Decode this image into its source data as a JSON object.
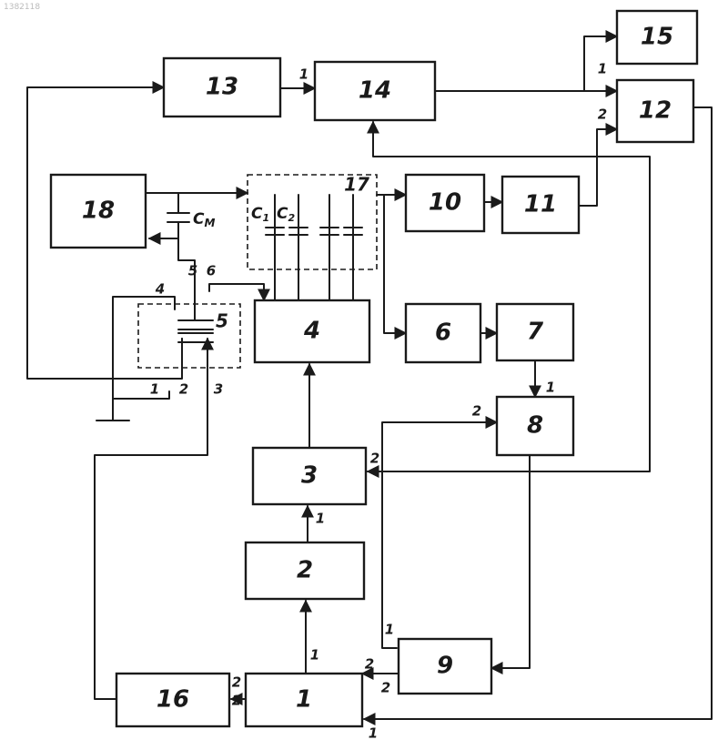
{
  "document_ref": "1382118",
  "blocks": [
    {
      "label": "1"
    },
    {
      "label": "2"
    },
    {
      "label": "3"
    },
    {
      "label": "4"
    },
    {
      "label": "5"
    },
    {
      "label": "6"
    },
    {
      "label": "7"
    },
    {
      "label": "8"
    },
    {
      "label": "9"
    },
    {
      "label": "10"
    },
    {
      "label": "11"
    },
    {
      "label": "12"
    },
    {
      "label": "13"
    },
    {
      "label": "14"
    },
    {
      "label": "15"
    },
    {
      "label": "16"
    },
    {
      "label": "17"
    },
    {
      "label": "18"
    }
  ],
  "capacitors": {
    "measure": "C",
    "measure_sub": "M",
    "c1": "C",
    "c1_sub": "1",
    "c2": "C",
    "c2_sub": "2"
  },
  "ports": {
    "p1": "1",
    "p2": "1",
    "p3": "2",
    "p4": "1",
    "p5": "1",
    "p6": "2",
    "p7": "2",
    "p8": "1",
    "p9": "1",
    "p10": "2",
    "p11": "2",
    "p12": "2",
    "p13": "2",
    "p14": "1",
    "p15": "1",
    "p16": "4",
    "p17": "5",
    "p18": "6",
    "p19": "1",
    "p20": "2",
    "p21": "3"
  }
}
